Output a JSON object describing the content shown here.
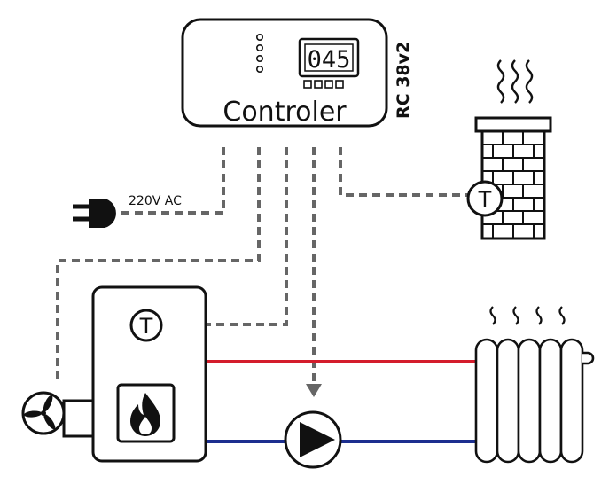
{
  "controller": {
    "label": "Controler",
    "model": "RC 38v2",
    "display_value": "045"
  },
  "power": {
    "label": "220V AC"
  },
  "sensors": {
    "boiler_sensor_label": "T",
    "chimney_sensor_label": "T"
  },
  "colors": {
    "supply_line": "#d41c2c",
    "return_line": "#1c2f8f",
    "control_line": "#666666",
    "outline": "#111111"
  },
  "icons": {
    "power_plug": "plug-icon",
    "fan": "fan-icon",
    "flame": "flame-icon",
    "pump": "pump-icon",
    "radiator": "radiator-icon",
    "chimney": "chimney-icon",
    "heat": "heat-waves-icon"
  }
}
